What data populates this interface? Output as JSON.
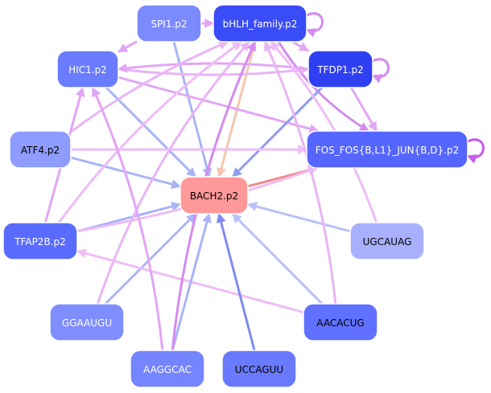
{
  "nodes": [
    {
      "id": "SPI1",
      "label": "SPI1.p2",
      "fill": "#7b8aff",
      "text": "#ffffff"
    },
    {
      "id": "BHLH",
      "label": "bHLH_family.p2",
      "fill": "#3a4cf5",
      "text": "#ffffff"
    },
    {
      "id": "HIC1",
      "label": "HIC1.p2",
      "fill": "#6a7cff",
      "text": "#ffffff"
    },
    {
      "id": "TFDP1",
      "label": "TFDP1.p2",
      "fill": "#2f40f2",
      "text": "#ffffff"
    },
    {
      "id": "ATF4",
      "label": "ATF4.p2",
      "fill": "#8e9cff",
      "text": "#000000"
    },
    {
      "id": "FOS",
      "label": "FOS_FOS{B,L1}_JUN{B,D}.p2",
      "fill": "#5566ff",
      "text": "#ffffff"
    },
    {
      "id": "BACH2",
      "label": "BACH2.p2",
      "fill": "#ff9898",
      "text": "#000000"
    },
    {
      "id": "TFAP2B",
      "label": "TFAP2B.p2",
      "fill": "#5a6cff",
      "text": "#ffffff"
    },
    {
      "id": "UGCAUAG",
      "label": "UGCAUAG",
      "fill": "#a8b0ff",
      "text": "#000000"
    },
    {
      "id": "GGAAUGU",
      "label": "GGAAUGU",
      "fill": "#7f8eff",
      "text": "#ffffff"
    },
    {
      "id": "AACACUG",
      "label": "AACACUG",
      "fill": "#6171ff",
      "text": "#000000"
    },
    {
      "id": "AAGGCAC",
      "label": "AAGGCAC",
      "fill": "#7584ff",
      "text": "#ffffff"
    },
    {
      "id": "UCCAGUU",
      "label": "UCCAGUU",
      "fill": "#6a7aff",
      "text": "#000000"
    }
  ],
  "edges": [
    {
      "from": "SPI1",
      "to": "BHLH",
      "color": "#e2a6f5"
    },
    {
      "from": "SPI1",
      "to": "HIC1",
      "color": "#e2a6f5"
    },
    {
      "from": "SPI1",
      "to": "BACH2",
      "color": "#aab4f5"
    },
    {
      "from": "BHLH",
      "to": "BHLH",
      "color": "#d58af0"
    },
    {
      "from": "BHLH",
      "to": "FOS",
      "color": "#d48cf0"
    },
    {
      "from": "BHLH",
      "to": "TFDP1",
      "color": "#e2a6f5"
    },
    {
      "from": "BHLH",
      "to": "BACH2",
      "color": "#f5c6b0"
    },
    {
      "from": "HIC1",
      "to": "TFDP1",
      "color": "#e8b5f5"
    },
    {
      "from": "HIC1",
      "to": "BACH2",
      "color": "#aab4f5"
    },
    {
      "from": "HIC1",
      "to": "FOS",
      "color": "#e2a6f5"
    },
    {
      "from": "TFDP1",
      "to": "TFDP1",
      "color": "#d58af0"
    },
    {
      "from": "TFDP1",
      "to": "HIC1",
      "color": "#e2a6f5"
    },
    {
      "from": "TFDP1",
      "to": "BACH2",
      "color": "#8f9cf0"
    },
    {
      "from": "TFDP1",
      "to": "FOS",
      "color": "#e2a6f5"
    },
    {
      "from": "ATF4",
      "to": "FOS",
      "color": "#eebcf7"
    },
    {
      "from": "ATF4",
      "to": "BACH2",
      "color": "#aab4f5"
    },
    {
      "from": "ATF4",
      "to": "BHLH",
      "color": "#e8b5f5"
    },
    {
      "from": "FOS",
      "to": "FOS",
      "color": "#c85ae8"
    },
    {
      "from": "BACH2",
      "to": "FOS",
      "color": "#f08a8a"
    },
    {
      "from": "TFAP2B",
      "to": "BACH2",
      "color": "#aab4f5"
    },
    {
      "from": "TFAP2B",
      "to": "HIC1",
      "color": "#e2a6f5"
    },
    {
      "from": "TFAP2B",
      "to": "BHLH",
      "color": "#eebcf7"
    },
    {
      "from": "TFAP2B",
      "to": "FOS",
      "color": "#eebcf7"
    },
    {
      "from": "UGCAUAG",
      "to": "BACH2",
      "color": "#b9c0f7"
    },
    {
      "from": "UGCAUAG",
      "to": "BHLH",
      "color": "#eebcf7"
    },
    {
      "from": "GGAAUGU",
      "to": "BACH2",
      "color": "#aab4f5"
    },
    {
      "from": "GGAAUGU",
      "to": "BHLH",
      "color": "#e8b5f5"
    },
    {
      "from": "AACACUG",
      "to": "BACH2",
      "color": "#b9c0f7"
    },
    {
      "from": "AACACUG",
      "to": "TFAP2B",
      "color": "#eebcf7"
    },
    {
      "from": "AACACUG",
      "to": "BHLH",
      "color": "#e8b5f5"
    },
    {
      "from": "AAGGCAC",
      "to": "BACH2",
      "color": "#aab4f5"
    },
    {
      "from": "AAGGCAC",
      "to": "HIC1",
      "color": "#e2a6f5"
    },
    {
      "from": "AAGGCAC",
      "to": "BHLH",
      "color": "#d58af0"
    },
    {
      "from": "UCCAGUU",
      "to": "BACH2",
      "color": "#7f8cf0"
    }
  ]
}
